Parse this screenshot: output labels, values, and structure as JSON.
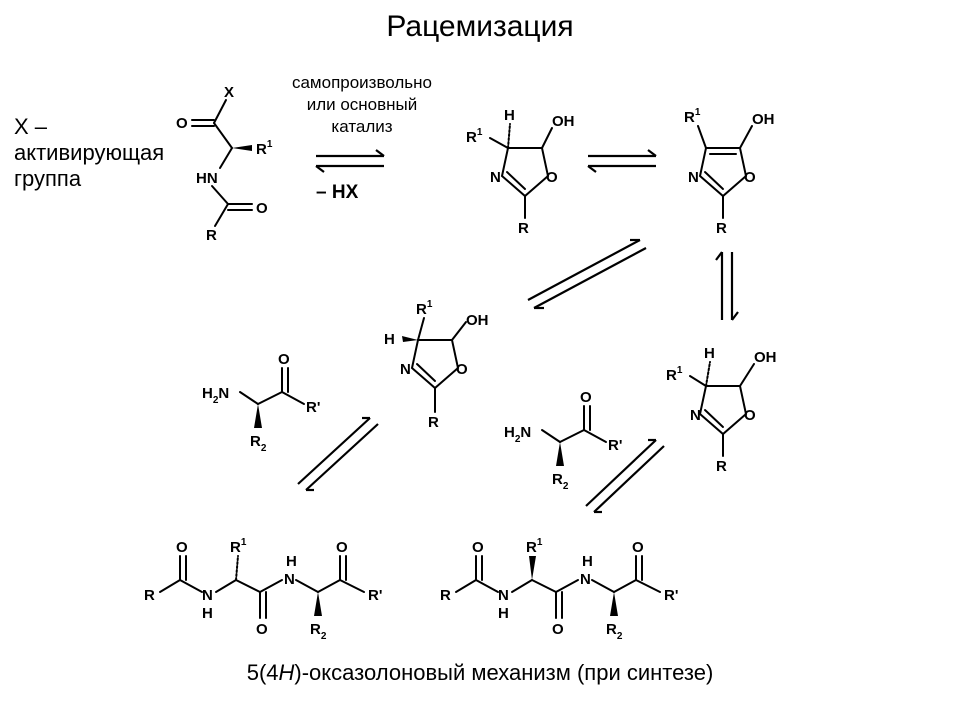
{
  "title": "Рацемизация",
  "note": {
    "line1": "X –",
    "line2": "активирующая",
    "line3": "группа"
  },
  "conditions": {
    "line1": "самопроизвольно",
    "line2": "или основный",
    "line3": "катализ",
    "byproduct": "– HX"
  },
  "caption_prefix": "5(4",
  "caption_italic": "H",
  "caption_suffix": ")-оксазолоновый механизм (при синтезе)",
  "atoms": {
    "X": "X",
    "O": "O",
    "N": "N",
    "H": "H",
    "HN": "HN",
    "OH": "OH",
    "R": "R",
    "R1": "R",
    "sup1": "1",
    "R2": "R",
    "sub2": "2",
    "H2N": "H",
    "sub2b": "2",
    "N_after_H2": "N",
    "Rprime": "R'"
  }
}
